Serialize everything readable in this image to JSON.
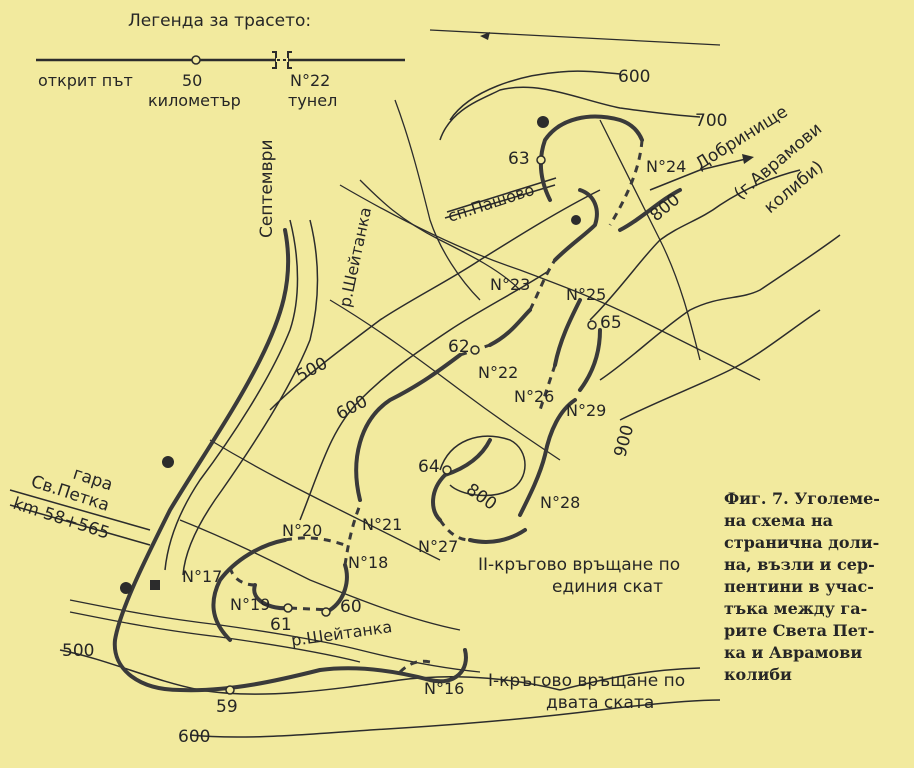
{
  "legend": {
    "title": "Легенда за трасето:",
    "road": "открит път",
    "km_value": "50",
    "km_label": "километър",
    "tunnel_no": "N°22",
    "tunnel_label": "тунел"
  },
  "contours": [
    "600",
    "700",
    "800",
    "500",
    "600",
    "800",
    "900",
    "500",
    "600"
  ],
  "places": {
    "septemvri": "Септември",
    "river_sheytanka_1": "р.Шейтанка",
    "river_sheytanka_2": "р.Шейтанка",
    "pashovo": "сп.Пашово",
    "dobrinishte": "Добринище",
    "avramovi": "(г.Аврамови",
    "avramovi2": "колиби)",
    "station_1": "гара",
    "station_2": "Св.Петка",
    "station_km": "km 58+565"
  },
  "kilometers": [
    "63",
    "62",
    "64",
    "65",
    "61",
    "60",
    "59"
  ],
  "tunnels": [
    "N°24",
    "N°23",
    "N°25",
    "N°22",
    "N°26",
    "N°29",
    "N°28",
    "N°27",
    "N°21",
    "N°20",
    "N°18",
    "N°17",
    "N°19",
    "N°16"
  ],
  "loops": {
    "loop2_line1": "II-кръгово връщане по",
    "loop2_line2": "единия скат",
    "loop1_line1": "I-кръгово връщане по",
    "loop1_line2": "двата ската"
  },
  "caption": [
    "Фиг. 7. Уголеме-",
    "на схема на",
    "странична доли-",
    "на, възли и сер-",
    "пентини в учас-",
    "тъка между га-",
    "рите Света Пет-",
    "ка и Аврамови",
    "колиби"
  ]
}
